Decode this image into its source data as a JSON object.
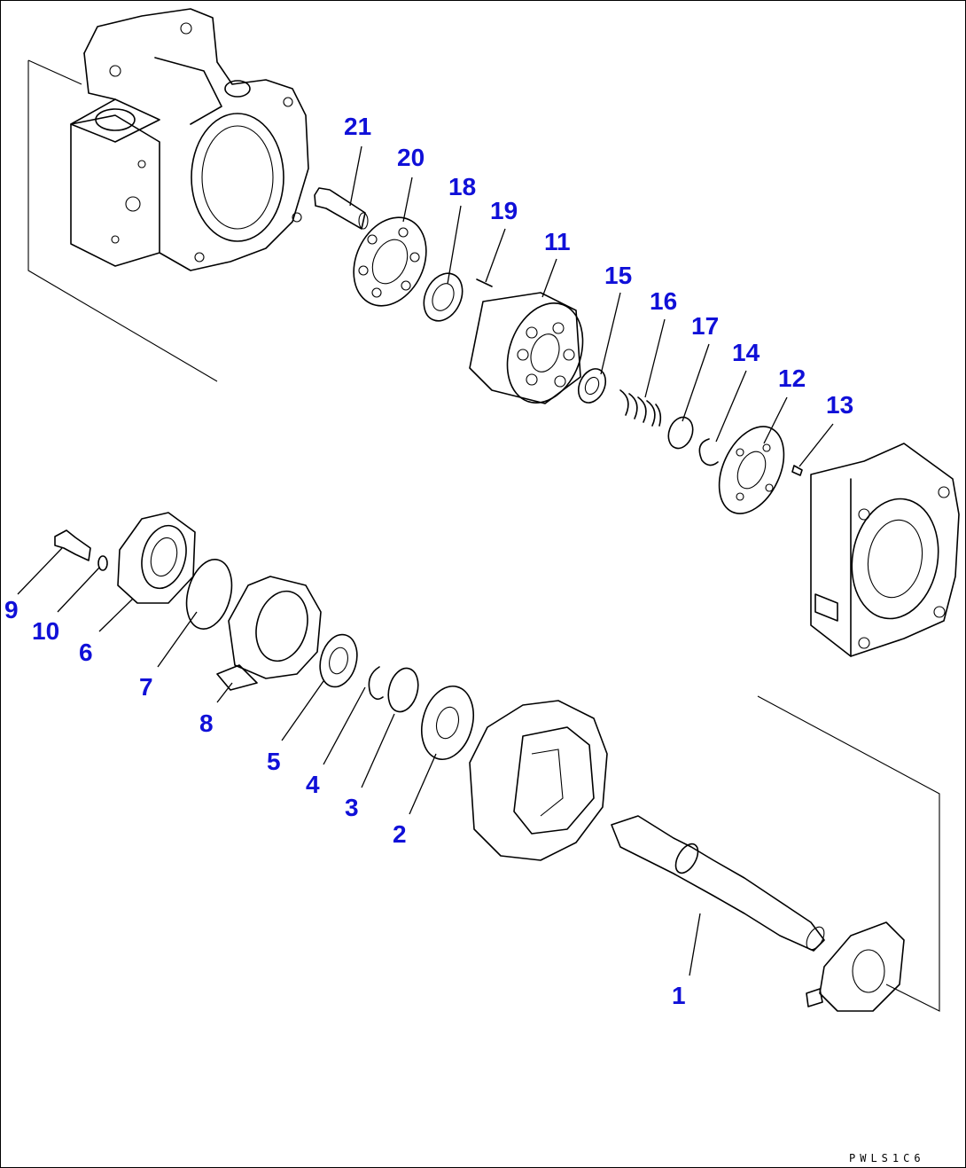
{
  "diagram": {
    "drawing_code": "PWLS1C6",
    "callouts": [
      {
        "id": "21",
        "text": "21"
      },
      {
        "id": "20",
        "text": "20"
      },
      {
        "id": "18",
        "text": "18"
      },
      {
        "id": "19",
        "text": "19"
      },
      {
        "id": "11",
        "text": "11"
      },
      {
        "id": "15",
        "text": "15"
      },
      {
        "id": "16",
        "text": "16"
      },
      {
        "id": "17",
        "text": "17"
      },
      {
        "id": "14",
        "text": "14"
      },
      {
        "id": "12",
        "text": "12"
      },
      {
        "id": "13",
        "text": "13"
      },
      {
        "id": "9",
        "text": "9"
      },
      {
        "id": "10",
        "text": "10"
      },
      {
        "id": "6",
        "text": "6"
      },
      {
        "id": "7",
        "text": "7"
      },
      {
        "id": "8",
        "text": "8"
      },
      {
        "id": "5",
        "text": "5"
      },
      {
        "id": "4",
        "text": "4"
      },
      {
        "id": "3",
        "text": "3"
      },
      {
        "id": "2",
        "text": "2"
      },
      {
        "id": "1",
        "text": "1"
      }
    ],
    "callout_color": "#1010d8"
  }
}
